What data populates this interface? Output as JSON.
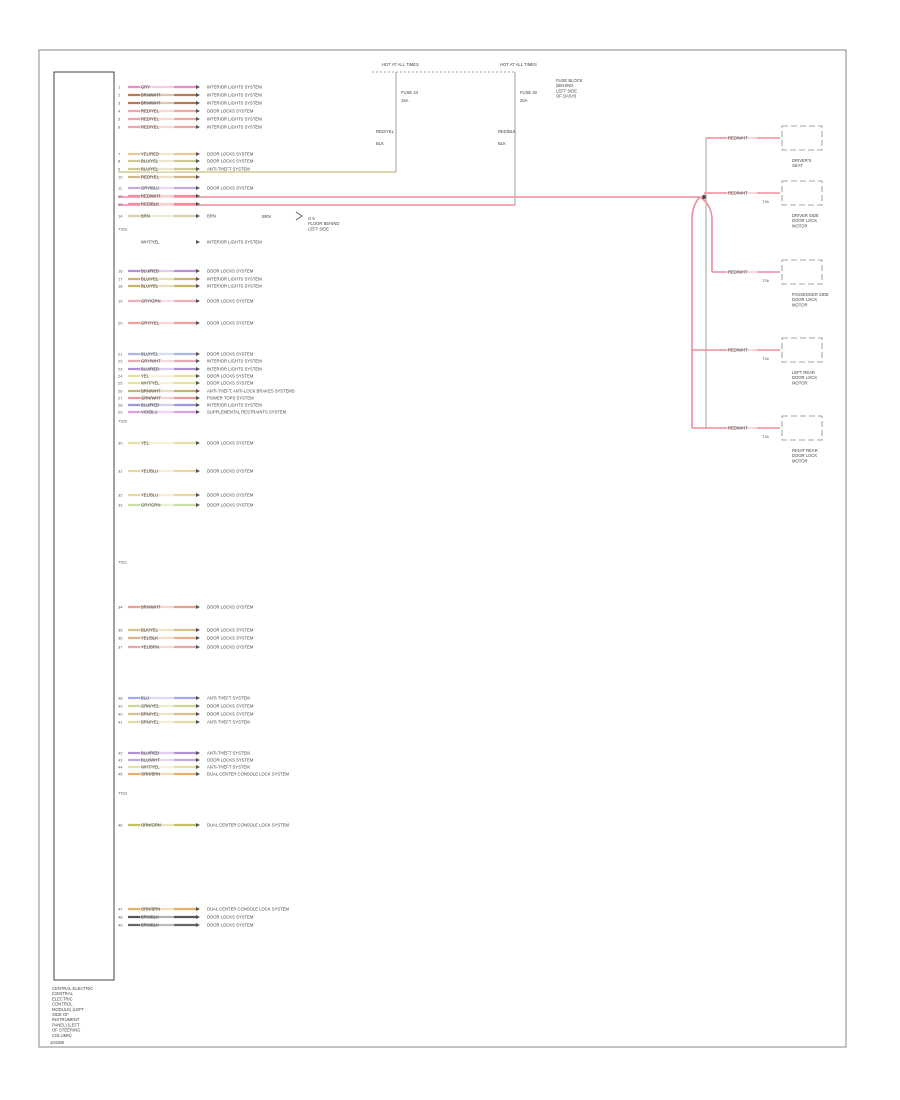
{
  "module": {
    "label_lines": [
      "CENTRAL ELECTRIC",
      "(CENTRAL",
      "ELECTRIC",
      "CONTROL",
      "MODULE) (LEFT",
      "SIDE OF",
      "INSTRUMENT",
      "PANEL) (LEFT",
      "OF STEERING",
      "COLUMN)"
    ],
    "pin_refs": [
      "T52a",
      "T52b",
      "T52c",
      "T52d"
    ]
  },
  "figure_id": "104386",
  "fuses": [
    {
      "feed": "HOT AT ALL TIMES",
      "name": "FUSE 24",
      "rating": "15A",
      "wire": "RED/YEL",
      "wire2": "BLK"
    },
    {
      "feed": "HOT AT ALL TIMES",
      "name": "FUSE 40",
      "rating": "20A",
      "wire": "RED/BLK",
      "wire2": "BLK",
      "box": [
        "FUSE BLOCK",
        "(BEHIND",
        "LEFT SIDE",
        "OF DASH)"
      ]
    }
  ],
  "rows": [
    {
      "pin": "1",
      "color": "GRY",
      "dest": "INTERIOR LIGHTS SYSTEM",
      "stroke": "#e98cc6"
    },
    {
      "pin": "2",
      "color": "BRN/WHT",
      "dest": "INTERIOR LIGHTS SYSTEM",
      "stroke": "#b37a55"
    },
    {
      "pin": "3",
      "color": "BRN/WHT",
      "dest": "INTERIOR LIGHTS SYSTEM",
      "stroke": "#b37a55"
    },
    {
      "pin": "4",
      "color": "RED/YEL",
      "dest": "DOOR LOCKS SYSTEM",
      "stroke": "#f0a6a6"
    },
    {
      "pin": "5",
      "color": "RED/YEL",
      "dest": "INTERIOR LIGHTS SYSTEM",
      "stroke": "#f0a6a6"
    },
    {
      "pin": "6",
      "color": "RED/YEL",
      "dest": "INTERIOR LIGHTS SYSTEM",
      "stroke": "#f0a6a6"
    },
    {
      "pin": "7",
      "color": "YEL/RED",
      "dest": "DOOR LOCKS SYSTEM",
      "stroke": "#e8c79a"
    },
    {
      "pin": "8",
      "color": "BLU/YEL",
      "dest": "DOOR LOCKS SYSTEM",
      "stroke": "#d0c890"
    },
    {
      "pin": "9",
      "color": "BLU/YEL",
      "dest": "ANTI-THEFT SYSTEM",
      "stroke": "#d0c890"
    },
    {
      "pin": "10",
      "color": "RED/YEL",
      "dest": "",
      "stroke": "#d2b58a"
    },
    {
      "pin": "11",
      "color": "GRY/BLU",
      "dest": "DOOR LOCKS SYSTEM",
      "stroke": "#c8a8e0"
    },
    {
      "pin": "12",
      "color": "RED/WHT",
      "dest": "",
      "stroke": "#f28c9c"
    },
    {
      "pin": "13",
      "color": "RED/BLK",
      "dest": "",
      "stroke": "#f28c9c"
    },
    {
      "pin": "14",
      "color": "BRN",
      "dest": "BRN",
      "stroke": "#d8d0a8"
    },
    {
      "pin": "",
      "color": "WHT/YEL",
      "dest": "INTERIOR LIGHTS SYSTEM",
      "stroke": ""
    },
    {
      "pin": "16",
      "color": "BLU/RED",
      "dest": "DOOR LOCKS SYSTEM",
      "stroke": "#b78fd6"
    },
    {
      "pin": "17",
      "color": "BLU/YEL",
      "dest": "INTERIOR LIGHTS SYSTEM",
      "stroke": "#c9b56a"
    },
    {
      "pin": "18",
      "color": "BLU/YEL",
      "dest": "INTERIOR LIGHTS SYSTEM",
      "stroke": "#c9b56a"
    },
    {
      "pin": "19",
      "color": "GRY/GRN",
      "dest": "DOOR LOCKS SYSTEM",
      "stroke": "#f2b0b8"
    },
    {
      "pin": "20",
      "color": "GRY/YEL",
      "dest": "DOOR LOCKS SYSTEM",
      "stroke": "#f0a0a0"
    },
    {
      "pin": "21",
      "color": "BLU/YEL",
      "dest": "DOOR LOCKS SYSTEM",
      "stroke": "#a8b8e8"
    },
    {
      "pin": "22",
      "color": "GRY/WHT",
      "dest": "INTERIOR LIGHTS SYSTEM",
      "stroke": "#e8a8b0"
    },
    {
      "pin": "23",
      "color": "BLU/RED",
      "dest": "INTERIOR LIGHTS SYSTEM",
      "stroke": "#b090d0"
    },
    {
      "pin": "24",
      "color": "YEL",
      "dest": "DOOR LOCKS SYSTEM",
      "stroke": "#e8e0a0"
    },
    {
      "pin": "25",
      "color": "WHT/YEL",
      "dest": "DOOR LOCKS SYSTEM",
      "stroke": "#e8e4a0"
    },
    {
      "pin": "26",
      "color": "BRN/WHT",
      "dest": "ANTI-THEFT, ANTI-LOCK BRAKES SYSTEMS",
      "stroke": "#c8b070"
    },
    {
      "pin": "27",
      "color": "GRN/WHT",
      "dest": "POWER TOPS SYSTEM",
      "stroke": "#e89898"
    },
    {
      "pin": "28",
      "color": "BLU/RED",
      "dest": "INTERIOR LIGHTS SYSTEM",
      "stroke": "#9898e0"
    },
    {
      "pin": "29",
      "color": "VIO/BLU",
      "dest": "SUPPLEMENTAL RESTRAINTS SYSTEM",
      "stroke": "#e0a0e8"
    },
    {
      "pin": "30",
      "color": "YEL",
      "dest": "DOOR LOCKS SYSTEM",
      "stroke": "#e8e0a0"
    },
    {
      "pin": "31",
      "color": "YEL/BLU",
      "dest": "DOOR LOCKS SYSTEM",
      "stroke": "#e8d8a0"
    },
    {
      "pin": "32",
      "color": "YEL/BLU",
      "dest": "DOOR LOCKS SYSTEM",
      "stroke": "#e8d8a0"
    },
    {
      "pin": "33",
      "color": "GRY/GRN",
      "dest": "DOOR LOCKS SYSTEM",
      "stroke": "#c8e0a8"
    },
    {
      "pin": "34",
      "color": "BRN/WHT",
      "dest": "DOOR LOCKS SYSTEM",
      "stroke": "#e8a090"
    },
    {
      "pin": "35",
      "color": "BLK/YEL",
      "dest": "DOOR LOCKS SYSTEM",
      "stroke": "#d8c088"
    },
    {
      "pin": "36",
      "color": "YEL/BLK",
      "dest": "DOOR LOCKS SYSTEM",
      "stroke": "#e8b088"
    },
    {
      "pin": "37",
      "color": "YEL/BRN",
      "dest": "DOOR LOCKS SYSTEM",
      "stroke": "#e8a8a8"
    },
    {
      "pin": "38",
      "color": "BLU",
      "dest": "ANTI-THEFT SYSTEM",
      "stroke": "#a8a8f0"
    },
    {
      "pin": "39",
      "color": "GRN/YEL",
      "dest": "DOOR LOCKS SYSTEM",
      "stroke": "#c8d898"
    },
    {
      "pin": "40",
      "color": "BRN/YEL",
      "dest": "DOOR LOCKS SYSTEM",
      "stroke": "#d8c090"
    },
    {
      "pin": "41",
      "color": "BRN/YEL",
      "dest": "ANTI-THEFT SYSTEM",
      "stroke": "#e8d8a8"
    },
    {
      "pin": "42",
      "color": "BLU/RED",
      "dest": "ANTI-THEFT SYSTEM",
      "stroke": "#b890d8"
    },
    {
      "pin": "43",
      "color": "BLU/WHT",
      "dest": "DOOR LOCKS SYSTEM",
      "stroke": "#c0a8d8"
    },
    {
      "pin": "44",
      "color": "WHT/YEL",
      "dest": "ANTI-THEFT SYSTEM",
      "stroke": "#e8e0a0"
    },
    {
      "pin": "45",
      "color": "ORN/BRN",
      "dest": "DUAL CENTER CONSOLE LOCK SYSTEM",
      "stroke": "#e8b068"
    },
    {
      "pin": "46",
      "color": "ORN/GRN",
      "dest": "DUAL CENTER CONSOLE LOCK SYSTEM",
      "stroke": "#c8c068"
    },
    {
      "pin": "47",
      "color": "ORN/BRN",
      "dest": "DUAL CENTER CONSOLE LOCK SYSTEM",
      "stroke": "#e8b068"
    },
    {
      "pin": "48",
      "color": "BRN/BLK",
      "dest": "DOOR LOCKS SYSTEM",
      "stroke": "#585858"
    },
    {
      "pin": "49",
      "color": "BRN/BLK",
      "dest": "DOOR LOCKS SYSTEM",
      "stroke": "#686868"
    }
  ],
  "ground_label": "BRN",
  "ground_text": [
    "G 5",
    "FLOOR BEHIND",
    "LEFT SIDE"
  ],
  "right_lines": [
    {
      "color": "RED/WHT",
      "name": [
        "DRIVER'S",
        "SEAT"
      ]
    },
    {
      "color": "RED/WHT",
      "pin": "T2b",
      "name": [
        "DRIVER SIDE",
        "DOOR LOCK",
        "MOTOR"
      ]
    },
    {
      "color": "RED/WHT",
      "pin": "T2b",
      "name": [
        "PASSENGER SIDE",
        "DOOR LOCK",
        "MOTOR"
      ]
    },
    {
      "color": "RED/WHT",
      "pin": "T2b",
      "name": [
        "LEFT REAR",
        "DOOR LOCK",
        "MOTOR"
      ]
    },
    {
      "color": "RED/WHT",
      "pin": "T2b",
      "name": [
        "RIGHT REAR",
        "DOOR LOCK",
        "MOTOR"
      ]
    }
  ]
}
